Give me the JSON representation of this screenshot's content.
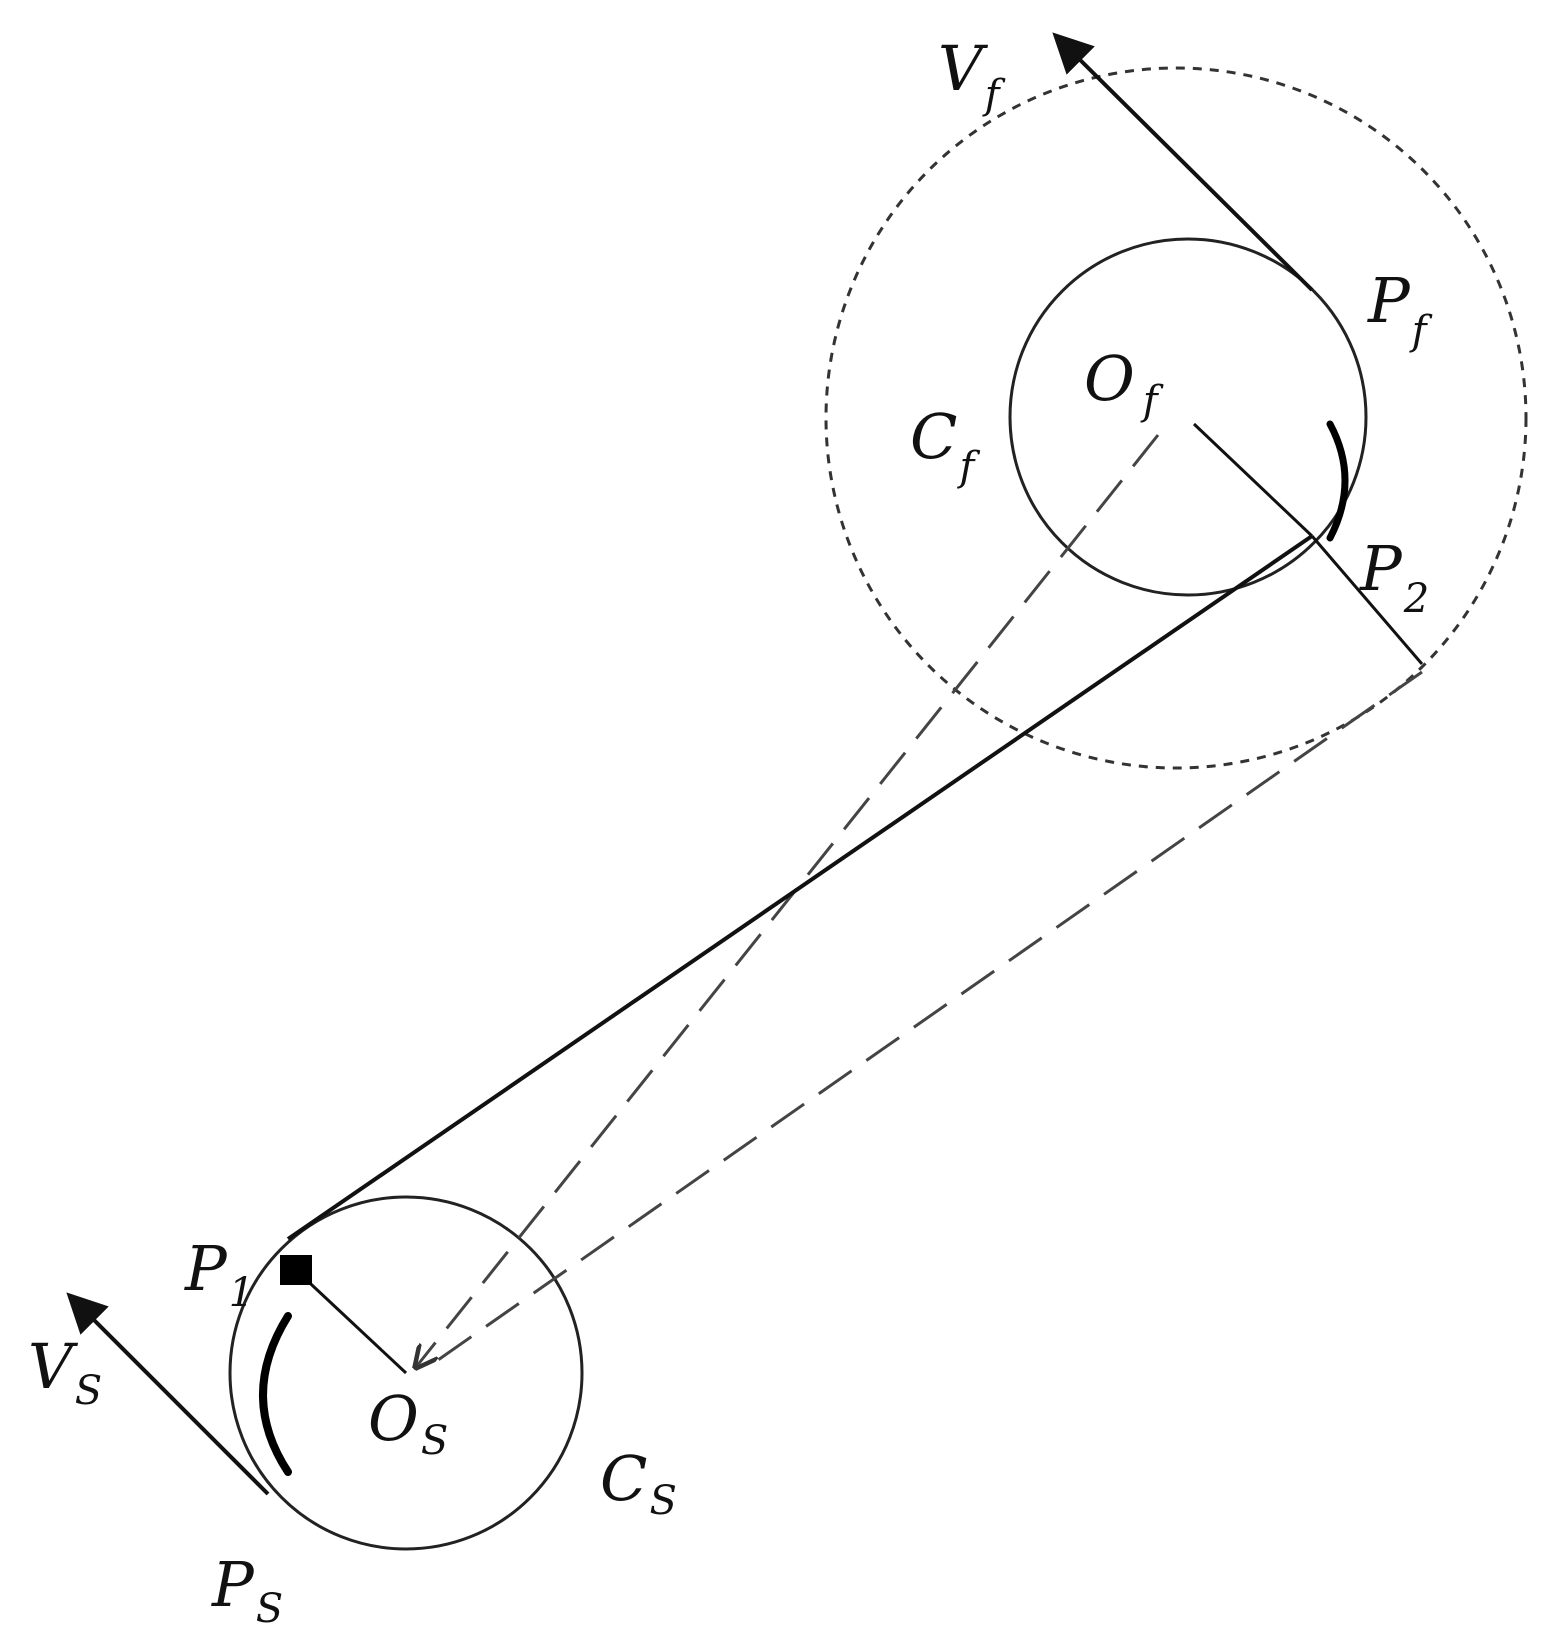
{
  "diagram": {
    "labels": {
      "Vf": {
        "main": "V",
        "sub": "f"
      },
      "Pf": {
        "main": "P",
        "sub": "f"
      },
      "Of": {
        "main": "O",
        "sub": "f"
      },
      "Cf": {
        "main": "C",
        "sub": "f"
      },
      "P2": {
        "main": "P",
        "sub": "2"
      },
      "P1": {
        "main": "P",
        "sub": "1"
      },
      "Vs": {
        "main": "V",
        "sub": "S"
      },
      "Os": {
        "main": "O",
        "sub": "S"
      },
      "Cs": {
        "main": "C",
        "sub": "S"
      },
      "Ps": {
        "main": "P",
        "sub": "S"
      }
    },
    "colors": {
      "stroke": "#111111",
      "dash": "#444444"
    }
  }
}
